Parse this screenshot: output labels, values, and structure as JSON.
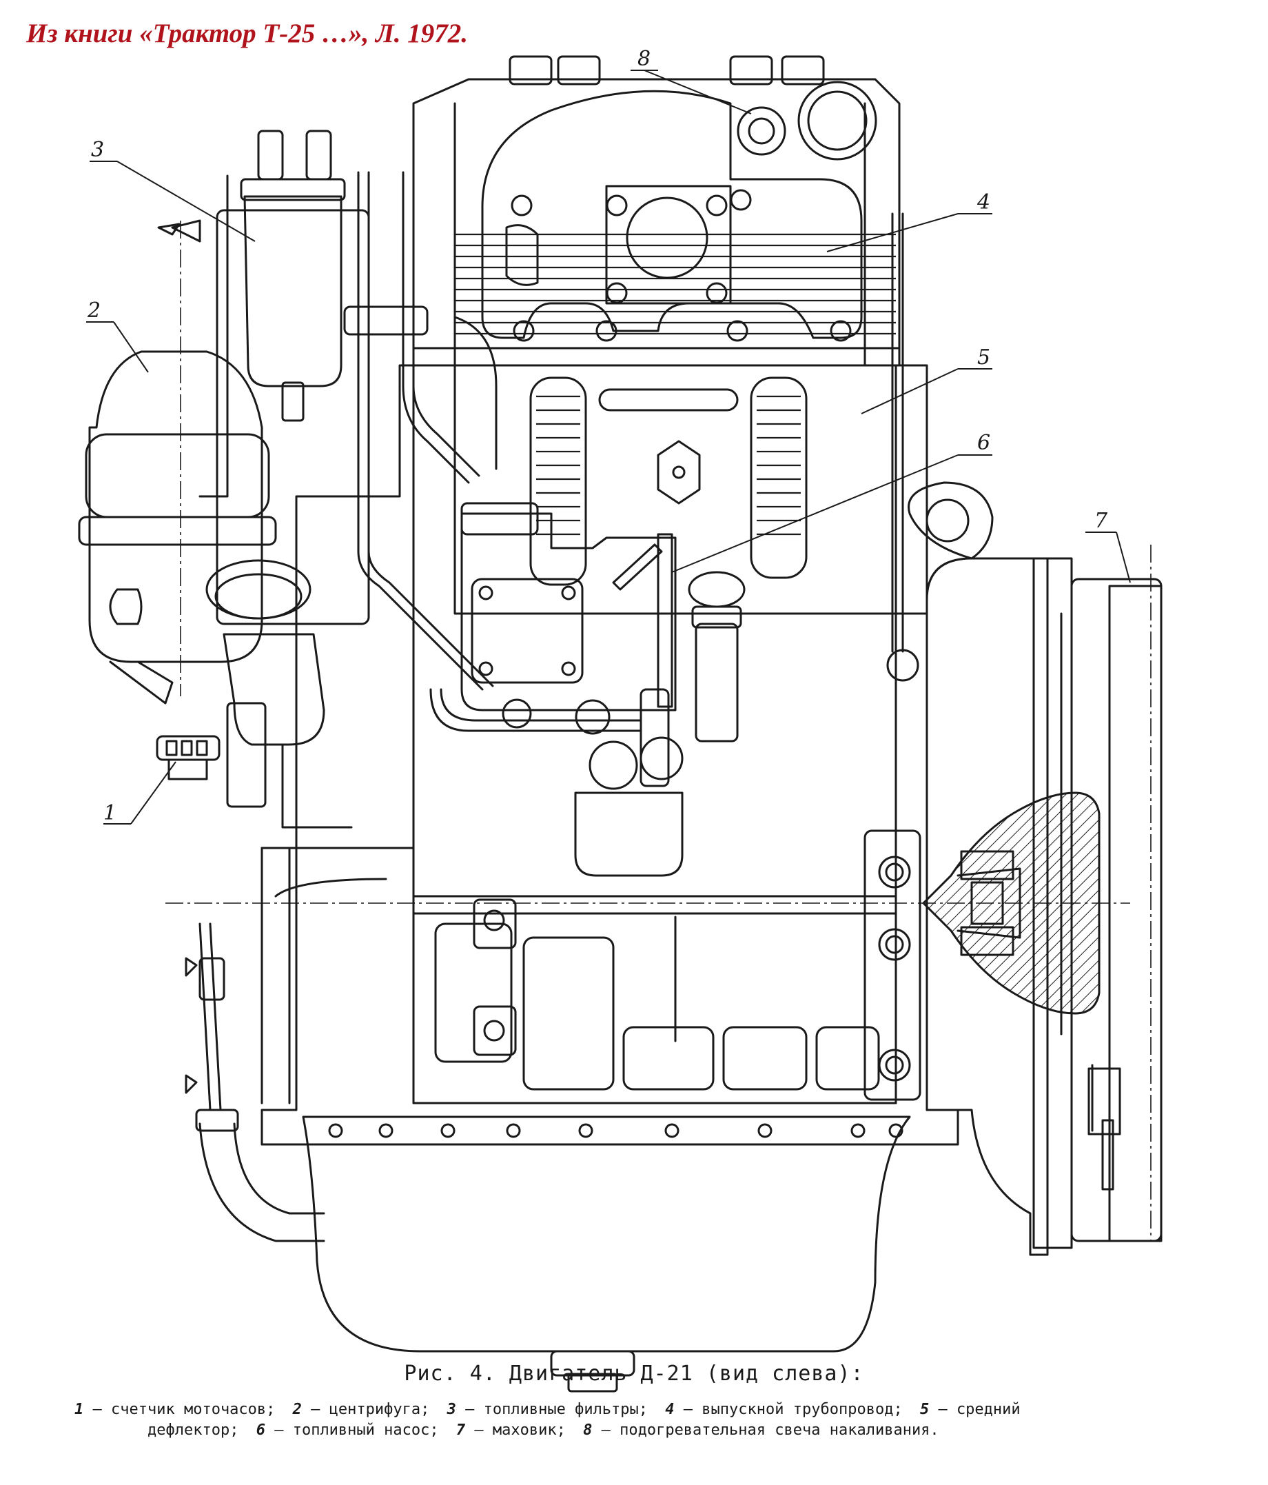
{
  "source_note": "Из книги «Трактор Т-25 …», Л. 1972.",
  "callouts": [
    "1",
    "2",
    "3",
    "4",
    "5",
    "6",
    "7",
    "8"
  ],
  "caption": {
    "title": "Рис. 4. Двигатель Д-21 (вид слева):",
    "legend": [
      {
        "num": "1",
        "text": "счетчик моточасов;"
      },
      {
        "num": "2",
        "text": "центрифуга;"
      },
      {
        "num": "3",
        "text": "топливные фильтры;"
      },
      {
        "num": "4",
        "text": "выпускной трубопровод;"
      },
      {
        "num": "5",
        "text": "средний дефлектор;"
      },
      {
        "num": "6",
        "text": "топливный насос;"
      },
      {
        "num": "7",
        "text": "маховик;"
      },
      {
        "num": "8",
        "text": "подогревательная свеча накаливания."
      }
    ]
  }
}
